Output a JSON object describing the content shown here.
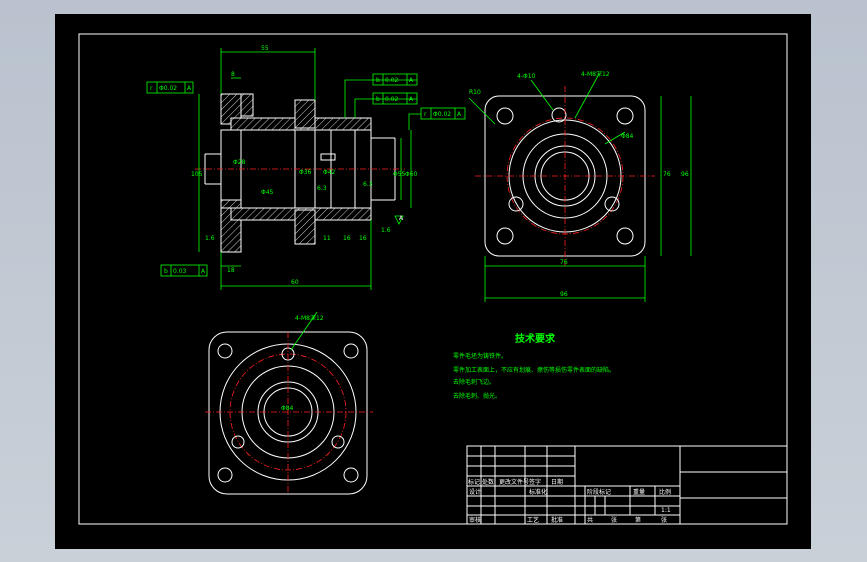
{
  "drawing": {
    "dims_front": {
      "top_width": "55",
      "left_small": "8",
      "flange_height": "105",
      "inner_dia_1": "Φ28",
      "inner_dia_2": "Φ45",
      "inner_dia_3": "Φ36",
      "inner_dia_4": "Φ42",
      "right_dia_1": "Φ55",
      "right_dia_2": "Φ60",
      "bottom_small_1": "18",
      "bottom_total": "60",
      "mid_1": "11",
      "mid_2": "16",
      "mid_3": "16",
      "angle_1": "1.6",
      "angle_2": "1.6",
      "angle_3": "6.3",
      "angle_4": "6.3"
    },
    "tolerance_frames": [
      {
        "sym": "r",
        "val": "Φ0.02",
        "ref": "A"
      },
      {
        "sym": "b",
        "val": "0.02",
        "ref": "A"
      },
      {
        "sym": "b",
        "val": "0.02",
        "ref": "A"
      },
      {
        "sym": "r",
        "val": "Φ0.02",
        "ref": "A"
      },
      {
        "sym": "b",
        "val": "0.03",
        "ref": "A"
      }
    ],
    "datum": "A",
    "dims_side": {
      "hole_note": "4-Φ10",
      "r_note": "R10",
      "thread_note": "4-M8深12",
      "pcd": "Φ84",
      "height_inner": "76",
      "height_outer": "96",
      "width_inner": "76",
      "width_outer": "96"
    },
    "dims_bottom": {
      "thread_note": "4-M8深12",
      "pcd": "Φ84"
    },
    "tech_req": {
      "title": "技术要求",
      "lines": [
        "零件毛坯为铸铁件。",
        "零件加工表面上，不应有划痕、擦伤等损伤零件表面的缺陷。",
        "去除毛刺飞边。",
        "去除毛刺、抛光。"
      ]
    },
    "title_block": {
      "row_labels": [
        "标记",
        "处数",
        "更改文件号",
        "签字",
        "日期"
      ],
      "row_labels_2": [
        "设计",
        "标准化"
      ],
      "stage_label": "阶段标记",
      "weight_label": "重量",
      "scale_label": "比例",
      "scale": "1:1",
      "audit": "审核",
      "process": "工艺",
      "approve": "批准",
      "sheet_a": "共",
      "sheet_b": "张",
      "sheet_c": "第",
      "sheet_d": "张"
    }
  }
}
